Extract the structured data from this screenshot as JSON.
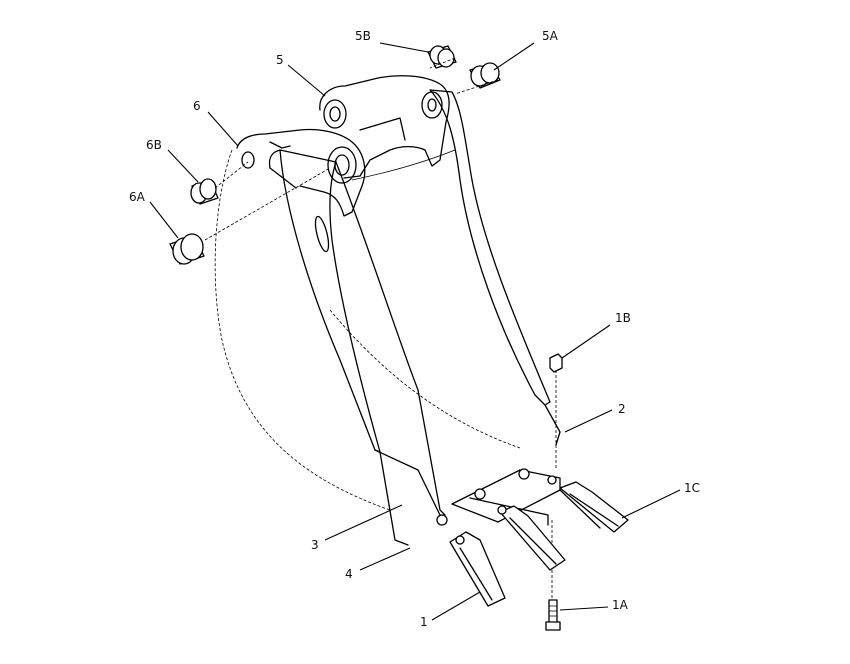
{
  "callouts": {
    "c5B": "5B",
    "c5A": "5A",
    "c5": "5",
    "c6": "6",
    "c6B": "6B",
    "c6A": "6A",
    "c1B": "1B",
    "c2": "2",
    "c1C": "1C",
    "c3": "3",
    "c4": "4",
    "c1": "1",
    "c1A": "1A"
  }
}
